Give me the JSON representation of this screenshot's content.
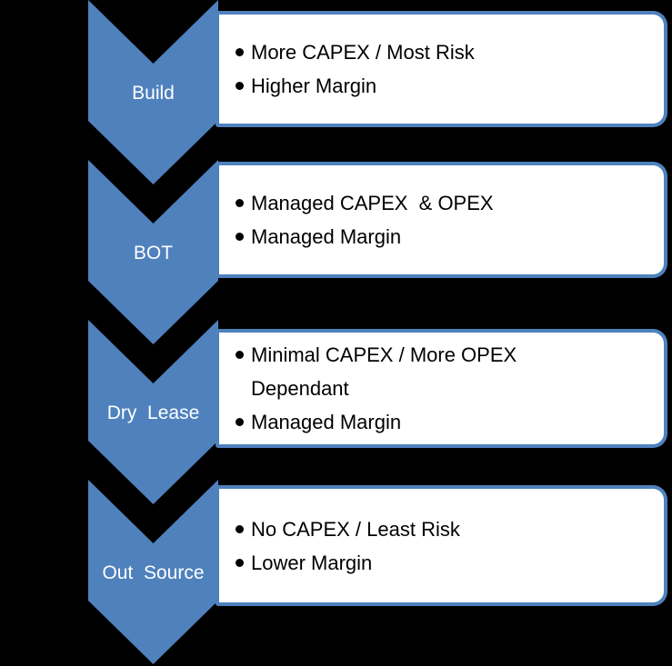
{
  "diagram": {
    "type": "vertical-chevron-list",
    "rows": [
      {
        "label": "Build",
        "bullets": [
          "More CAPEX / Most Risk",
          "Higher Margin"
        ]
      },
      {
        "label": "BOT",
        "bullets": [
          "Managed CAPEX  & OPEX",
          "Managed Margin"
        ]
      },
      {
        "label": "Dry  Lease",
        "bullets": [
          "Minimal CAPEX / More OPEX Dependant",
          "Managed Margin"
        ]
      },
      {
        "label": "Out  Source",
        "bullets": [
          "No CAPEX / Least Risk",
          "Lower Margin"
        ]
      }
    ]
  },
  "colors": {
    "canvas_bg": "#000000",
    "chevron_fill": "#4f81bd",
    "chevron_label_text": "#ffffff",
    "box_fill": "#ffffff",
    "box_border": "#4f81bd",
    "box_text": "#000000"
  }
}
